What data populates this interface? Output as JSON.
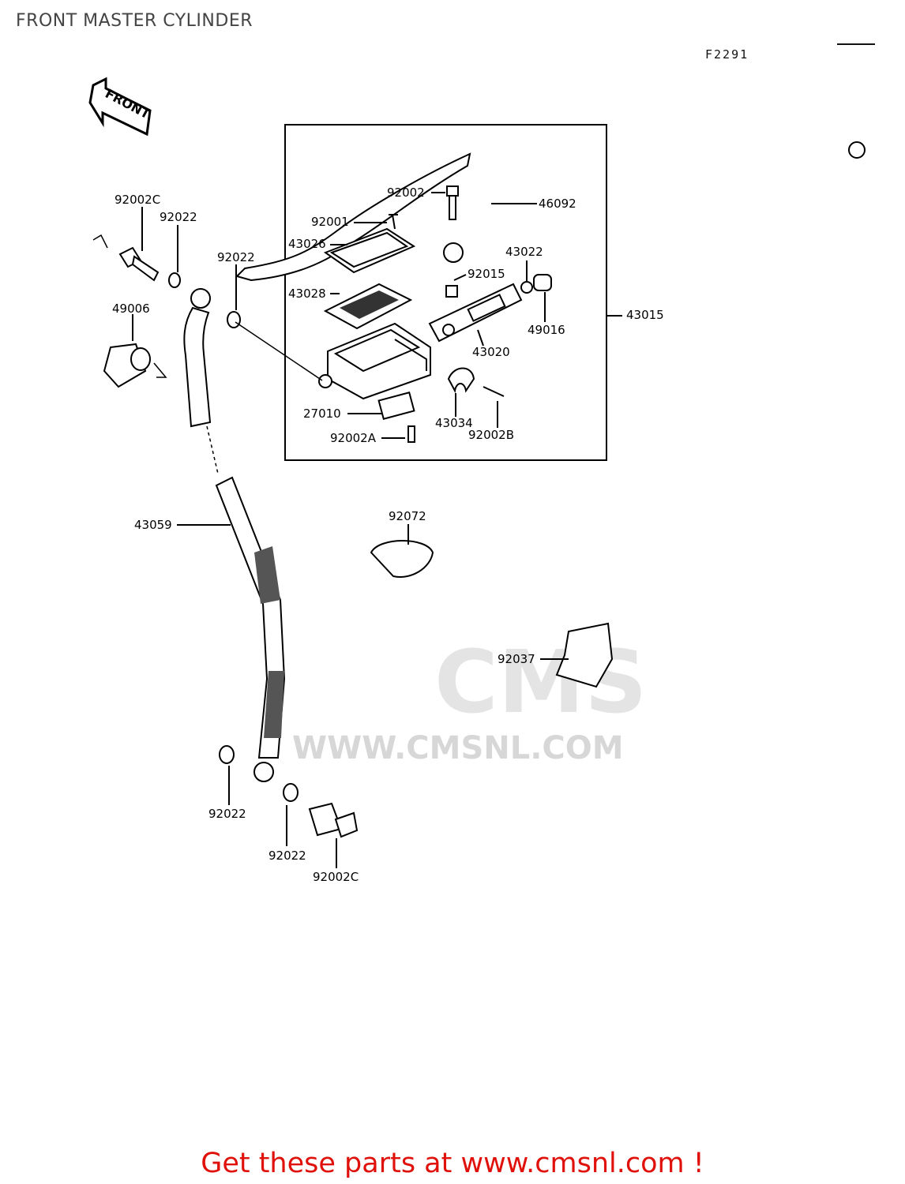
{
  "page": {
    "title": "FRONT MASTER CYLINDER",
    "diagram_code": "F2291",
    "footer": "Get these parts at www.cmsnl.com !"
  },
  "watermark": {
    "logo": "CMS",
    "url": "WWW.CMSNL.COM"
  },
  "direction_arrow": {
    "label": "FRONT"
  },
  "parts": [
    {
      "id": "92002",
      "label": "92002"
    },
    {
      "id": "46092",
      "label": "46092"
    },
    {
      "id": "92001",
      "label": "92001"
    },
    {
      "id": "43026",
      "label": "43026"
    },
    {
      "id": "43022",
      "label": "43022"
    },
    {
      "id": "92015",
      "label": "92015"
    },
    {
      "id": "43028",
      "label": "43028"
    },
    {
      "id": "49016",
      "label": "49016"
    },
    {
      "id": "43015",
      "label": "43015"
    },
    {
      "id": "43020",
      "label": "43020"
    },
    {
      "id": "27010",
      "label": "27010"
    },
    {
      "id": "43034",
      "label": "43034"
    },
    {
      "id": "92002B",
      "label": "92002B"
    },
    {
      "id": "92002A",
      "label": "92002A"
    },
    {
      "id": "92002C-top",
      "label": "92002C"
    },
    {
      "id": "92022-top-left",
      "label": "92022"
    },
    {
      "id": "92022-top-mid",
      "label": "92022"
    },
    {
      "id": "49006",
      "label": "49006"
    },
    {
      "id": "43059",
      "label": "43059"
    },
    {
      "id": "92072",
      "label": "92072"
    },
    {
      "id": "92037",
      "label": "92037"
    },
    {
      "id": "92022-bottom-left",
      "label": "92022"
    },
    {
      "id": "92022-bottom-right",
      "label": "92022"
    },
    {
      "id": "92002C-bottom",
      "label": "92002C"
    }
  ],
  "colors": {
    "line": "#000000",
    "footer": "#e0100a",
    "watermark": "#d9d9d9"
  }
}
